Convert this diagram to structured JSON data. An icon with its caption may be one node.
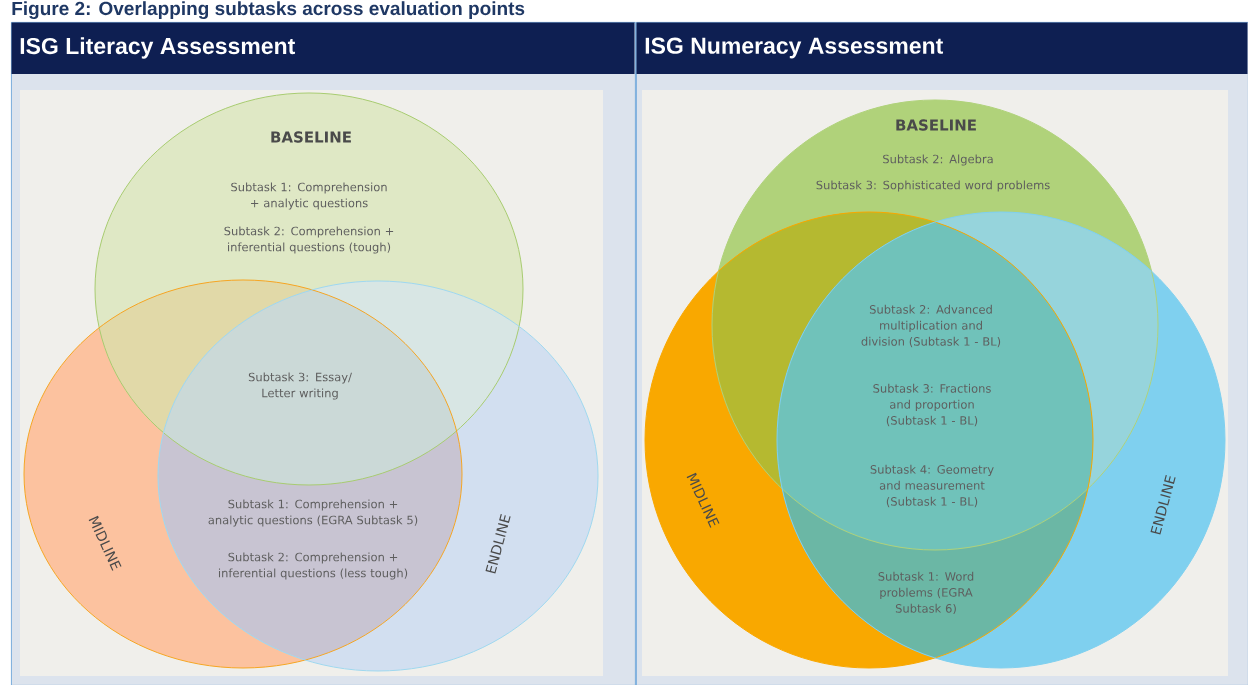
{
  "diagram": {
    "title": "Figure 2: Overlapping subtasks across evaluation points",
    "nodes": [
      {
        "text": [
          "ISG Literacy Assessment"
        ]
      },
      {
        "text": [
          "BASELINE",
          "Subtask 1: Comprehension + analytic questions",
          "Subtask 2: Comprehension + inferential questions (tough)"
        ],
        "in": 0
      },
      {
        "text": [
          "MIDLINE"
        ],
        "in": 0
      },
      {
        "text": [
          "ENDLINE"
        ],
        "in": 0
      },
      {
        "text": [
          "ISG Numeracy Assessment"
        ]
      },
      {
        "text": [
          "BASELINE",
          "Subtask 2: Algebra",
          "Subtask 3: Sophisticated word problems"
        ],
        "in": 4
      },
      {
        "text": [
          "MIDLINE"
        ],
        "in": 4
      },
      {
        "text": [
          "ENDLINE"
        ],
        "in": 4
      }
    ],
    "labels": [
      "Subtask 3: Essay/ Letter writing",
      "Subtask 1: Comprehension + analytic questions (EGRA Subtask 5)",
      "Subtask 2: Comprehension + inferential questions (less tough)",
      "Subtask 2: Advanced multiplication and division (Subtask 1 - BL)",
      "Subtask 3: Fractions and proportion (Subtask 1 - BL)",
      "Subtask 4: Geometry and measurement (Subtask 1 - BL)",
      "Subtask 1: Word problems (EGRA Subtask 6)"
    ]
  }
}
